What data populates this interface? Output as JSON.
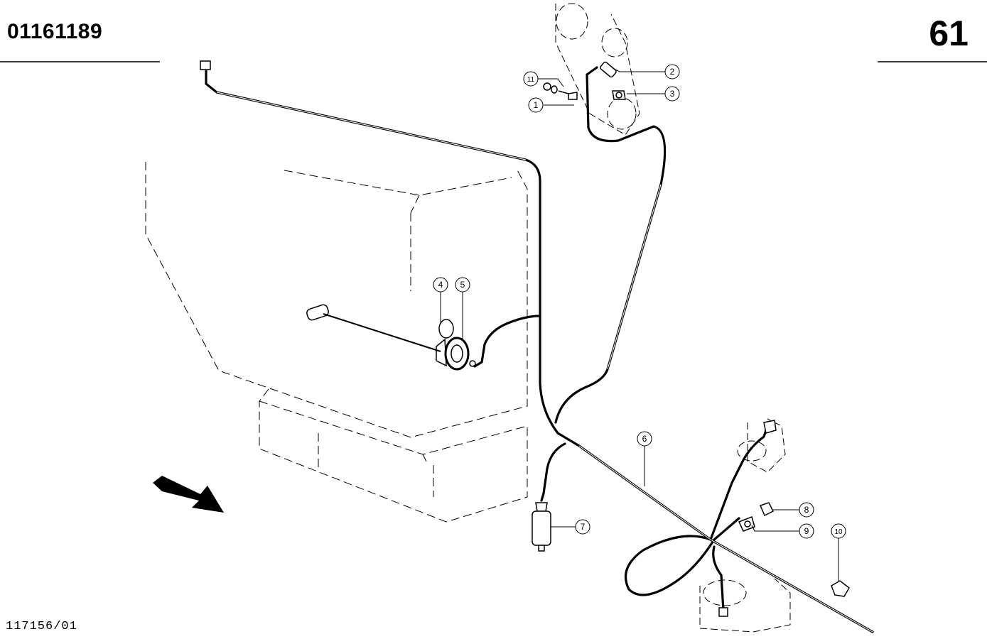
{
  "header": {
    "part_number": "01161189",
    "page_number": "61"
  },
  "footer": {
    "drawing_number": "117156/01"
  },
  "callouts": [
    {
      "id": "c1",
      "label": "1"
    },
    {
      "id": "c2",
      "label": "2"
    },
    {
      "id": "c3",
      "label": "3"
    },
    {
      "id": "c4",
      "label": "4"
    },
    {
      "id": "c5",
      "label": "5"
    },
    {
      "id": "c6",
      "label": "6"
    },
    {
      "id": "c7",
      "label": "7"
    },
    {
      "id": "c8",
      "label": "8"
    },
    {
      "id": "c9",
      "label": "9"
    },
    {
      "id": "c10",
      "label": "10"
    },
    {
      "id": "c11",
      "label": "11"
    }
  ]
}
